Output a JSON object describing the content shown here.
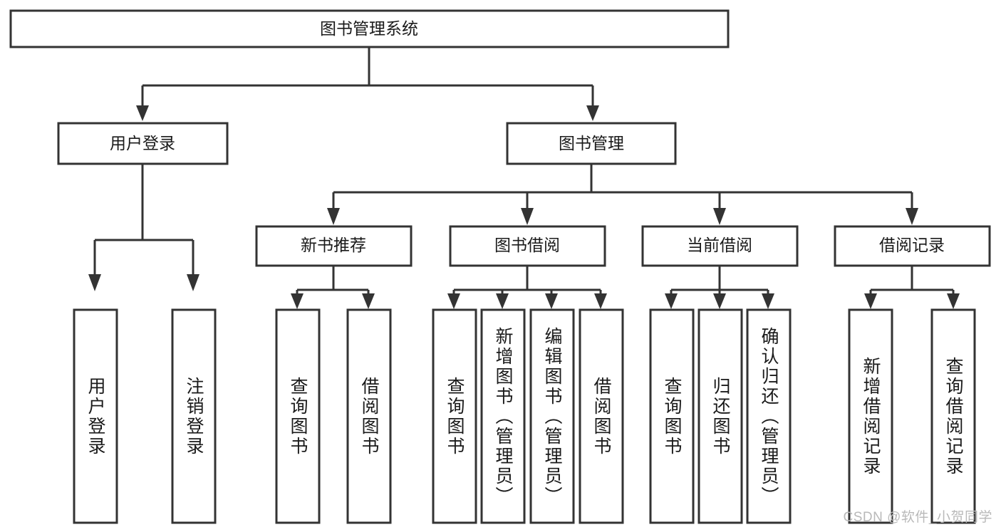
{
  "diagram": {
    "type": "hierarchy-tree",
    "title": "图书管理系统",
    "watermark": "CSDN @软件_小贺同学",
    "levels": {
      "root": "图书管理系统",
      "level1": [
        "用户登录",
        "图书管理"
      ],
      "level2": [
        "新书推荐",
        "图书借阅",
        "当前借阅",
        "借阅记录"
      ]
    },
    "nodes": {
      "root": {
        "label": "图书管理系统"
      },
      "user_login": {
        "label": "用户登录"
      },
      "book_manage": {
        "label": "图书管理"
      },
      "new_book_rec": {
        "label": "新书推荐"
      },
      "book_borrow": {
        "label": "图书借阅"
      },
      "current_borrow": {
        "label": "当前借阅"
      },
      "borrow_record": {
        "label": "借阅记录"
      }
    },
    "leaves": {
      "user_login": [
        {
          "label": "用户登录"
        },
        {
          "label": "注销登录"
        }
      ],
      "new_book_rec": [
        {
          "label": "查询图书"
        },
        {
          "label": "借阅图书"
        }
      ],
      "book_borrow": [
        {
          "label": "查询图书"
        },
        {
          "label": "新增图书（管理员）"
        },
        {
          "label": "编辑图书（管理员）"
        },
        {
          "label": "借阅图书"
        }
      ],
      "current_borrow": [
        {
          "label": "查询图书"
        },
        {
          "label": "归还图书"
        },
        {
          "label": "确认归还（管理员）"
        }
      ],
      "borrow_record": [
        {
          "label": "新增借阅记录"
        },
        {
          "label": "查询借阅记录"
        }
      ]
    },
    "colors": {
      "stroke": "#333333",
      "fill": "#ffffff",
      "text": "#1a1a1a",
      "watermark": "#b9b9b9"
    }
  }
}
